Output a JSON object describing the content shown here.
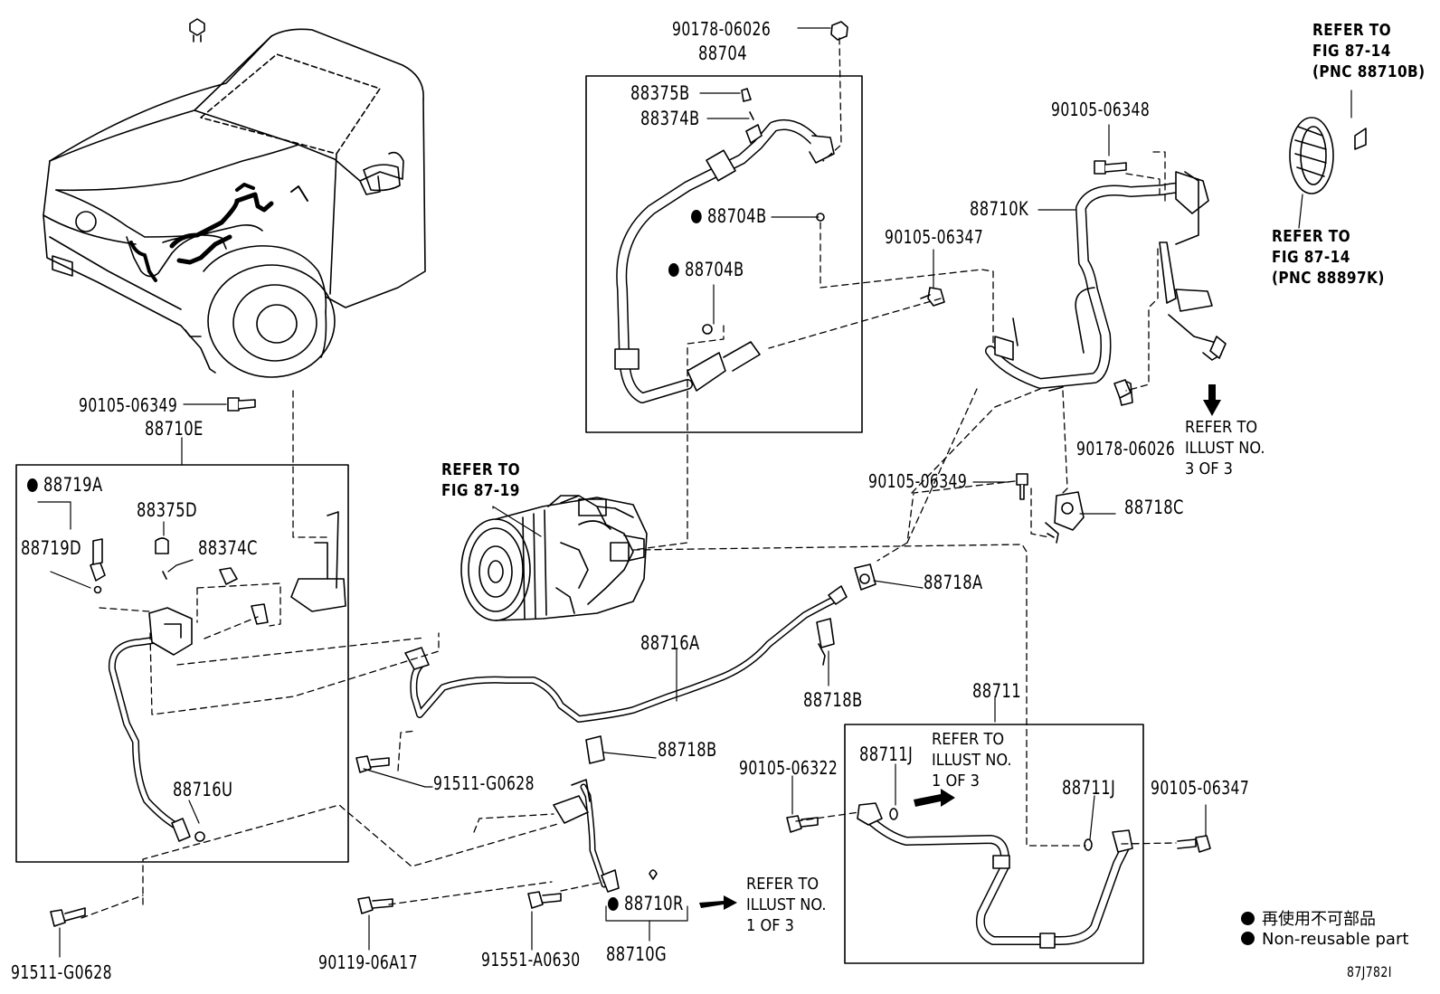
{
  "diagram_id": "87J782I",
  "parts": {
    "p_90178_06026_top": "90178-06026",
    "p_88704": "88704",
    "p_88375B": "88375B",
    "p_88374B": "88374B",
    "p_88704B_1": "88704B",
    "p_88704B_2": "88704B",
    "p_90105_06348": "90105-06348",
    "p_88710K": "88710K",
    "p_90105_06347_top": "90105-06347",
    "p_90105_06349_left": "90105-06349",
    "p_88710E": "88710E",
    "p_88719A": "88719A",
    "p_88375D": "88375D",
    "p_88719D": "88719D",
    "p_88374C": "88374C",
    "p_88716U": "88716U",
    "p_90178_06026_right": "90178-06026",
    "p_90105_06349_right": "90105-06349",
    "p_88718C": "88718C",
    "p_88718A": "88718A",
    "p_88716A": "88716A",
    "p_88718B_1": "88718B",
    "p_88718B_2": "88718B",
    "p_88711": "88711",
    "p_91511_G0628_mid": "91511-G0628",
    "p_90105_06322": "90105-06322",
    "p_88711J_1": "88711J",
    "p_88711J_2": "88711J",
    "p_90105_06347_right": "90105-06347",
    "p_88710R": "88710R",
    "p_88710G": "88710G",
    "p_91511_G0628_bottom": "91511-G0628",
    "p_90119_06A17": "90119-06A17",
    "p_91551_A0630": "91551-A0630"
  },
  "refs": {
    "top_right": [
      "REFER TO",
      "FIG 87-14",
      "(PNC 88710B)"
    ],
    "mid_right": [
      "REFER TO",
      "FIG 87-14",
      "(PNC 88897K)"
    ],
    "compressor": [
      "REFER TO",
      "FIG 87-19"
    ],
    "illust_3of3": [
      "REFER TO",
      "ILLUST NO.",
      "3 OF 3"
    ],
    "illust_1of3_box": [
      "REFER TO",
      "ILLUST NO.",
      "1 OF 3"
    ],
    "illust_1of3_bottom": [
      "REFER TO",
      "ILLUST NO.",
      "1 OF 3"
    ]
  },
  "legend": {
    "line_jp": "再使用不可部品",
    "line_en": "Non-reusable part"
  },
  "colors": {
    "ink": "#000000",
    "background": "#ffffff"
  }
}
